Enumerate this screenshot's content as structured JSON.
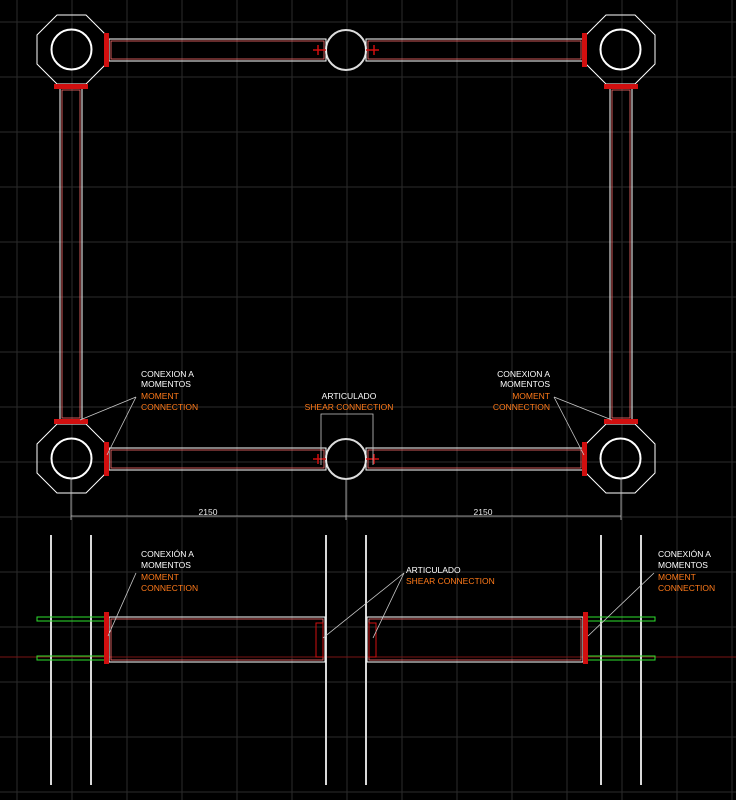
{
  "colors": {
    "background": "#000000",
    "grid": "#2b2b2b",
    "member": "#ffffff",
    "member_inner": "#ff6e6e",
    "plate": "#d10f0f",
    "leader": "#c8c8c8",
    "english_text": "#ff7a1a",
    "spanish_text": "#ffffff",
    "bolt": "#2ee02e",
    "axis_line": "#7a1414"
  },
  "plan": {
    "dim_left": "2150",
    "dim_right": "2150",
    "label_left": {
      "es1": "CONEXION A",
      "es2": "MOMENTOS",
      "en1": "MOMENT",
      "en2": "CONNECTION"
    },
    "label_right": {
      "es1": "CONEXION A",
      "es2": "MOMENTOS",
      "en1": "MOMENT",
      "en2": "CONNECTION"
    },
    "label_center": {
      "es": "ARTICULADO",
      "en": "SHEAR CONNECTION"
    }
  },
  "elevation": {
    "label_left": {
      "es1": "CONEXIÓN A",
      "es2": "MOMENTOS",
      "en1": "MOMENT",
      "en2": "CONNECTION"
    },
    "label_right": {
      "es1": "CONEXIÓN A",
      "es2": "MOMENTOS",
      "en1": "MOMENT",
      "en2": "CONNECTION"
    },
    "label_center": {
      "es": "ARTICULADO",
      "en": "SHEAR CONNECTION"
    }
  }
}
